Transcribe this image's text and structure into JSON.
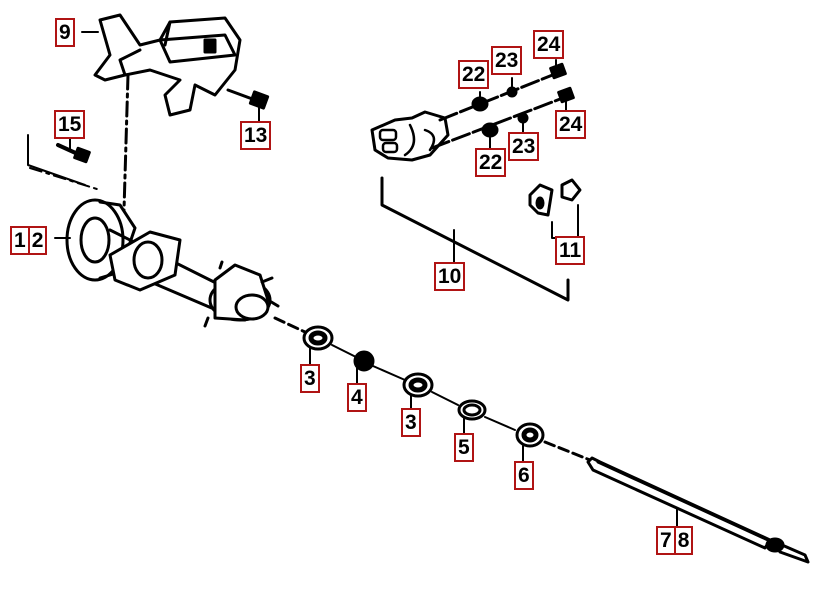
{
  "callouts": {
    "c9": "9",
    "c15": "15",
    "c13": "13",
    "c12a": "1",
    "c12b": "2",
    "c22top": "22",
    "c23top": "23",
    "c24top": "24",
    "c24bot": "24",
    "c22bot": "22",
    "c23bot": "23",
    "c11": "11",
    "c10": "10",
    "c3a": "3",
    "c4": "4",
    "c3b": "3",
    "c5": "5",
    "c6": "6",
    "c78a": "7",
    "c78b": "8"
  },
  "colors": {
    "line": "#000000",
    "label_border": "#b01414",
    "background": "#ffffff"
  }
}
